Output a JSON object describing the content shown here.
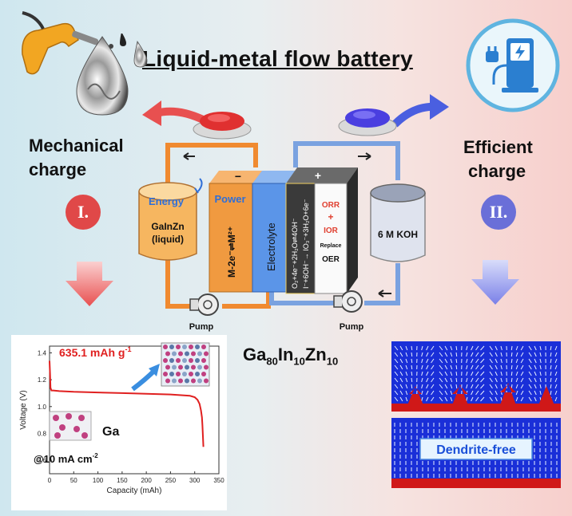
{
  "title": "Liquid-metal flow battery",
  "left": {
    "line1": "Mechanical",
    "line2": "charge",
    "badge": "I."
  },
  "right": {
    "line1": "Efficient",
    "line2": "charge",
    "badge": "II."
  },
  "cell": {
    "energy_label": "Energy",
    "power_label": "Power",
    "tank_left_line1": "GaInZn",
    "tank_left_line2": "(liquid)",
    "anode_reaction": "M-2e⁻⇌M²⁺",
    "minus": "−",
    "plus": "+",
    "electrolyte": "Electrolyte",
    "cathode_reaction_1": "O₂+4e⁻+2H₂O⇌4OH⁻",
    "cathode_reaction_2": "I⁻+6OH⁻→ IO₃⁻+3H₂O+6e⁻",
    "orr": "ORR",
    "plus_sign": "+",
    "ior": "IOR",
    "replace": "Replace",
    "oer": "OER",
    "tank_right": "6 M KOH",
    "pump_left": "Pump",
    "pump_right": "Pump"
  },
  "formula": {
    "ga": "Ga",
    "ga_n": "80",
    "in": "In",
    "in_n": "10",
    "zn": "Zn",
    "zn_n": "10"
  },
  "dendrite_label": "Dendrite-free",
  "inset": {
    "annotation": "635.1 mAh g",
    "annotation_sup": "-1",
    "ga_label": "Ga",
    "current_label": "@10 mA cm",
    "current_sup": "-2"
  },
  "chart_data": {
    "type": "line",
    "xlabel": "Capacity (mAh)",
    "ylabel": "Voltage (V)",
    "xlim": [
      0,
      350
    ],
    "ylim": [
      0.5,
      1.45
    ],
    "xticks": [
      0,
      50,
      100,
      150,
      200,
      250,
      300,
      350
    ],
    "yticks": [
      0.6,
      0.8,
      1.0,
      1.2,
      1.4
    ],
    "series": [
      {
        "color": "#e02020",
        "x": [
          0,
          1,
          2,
          4,
          8,
          20,
          50,
          100,
          150,
          200,
          250,
          290,
          300,
          306,
          310,
          313,
          315,
          316,
          317,
          318
        ],
        "y": [
          1.34,
          1.25,
          1.14,
          1.12,
          1.12,
          1.115,
          1.11,
          1.105,
          1.1,
          1.095,
          1.09,
          1.08,
          1.07,
          1.05,
          1.02,
          0.97,
          0.92,
          0.86,
          0.78,
          0.7
        ]
      }
    ],
    "grid": false
  },
  "colors": {
    "red": "#e03030",
    "blue": "#4a6fd8",
    "orange": "#f0a040",
    "pipe_orange": "#f08a30",
    "pipe_blue": "#7aa2e0"
  }
}
